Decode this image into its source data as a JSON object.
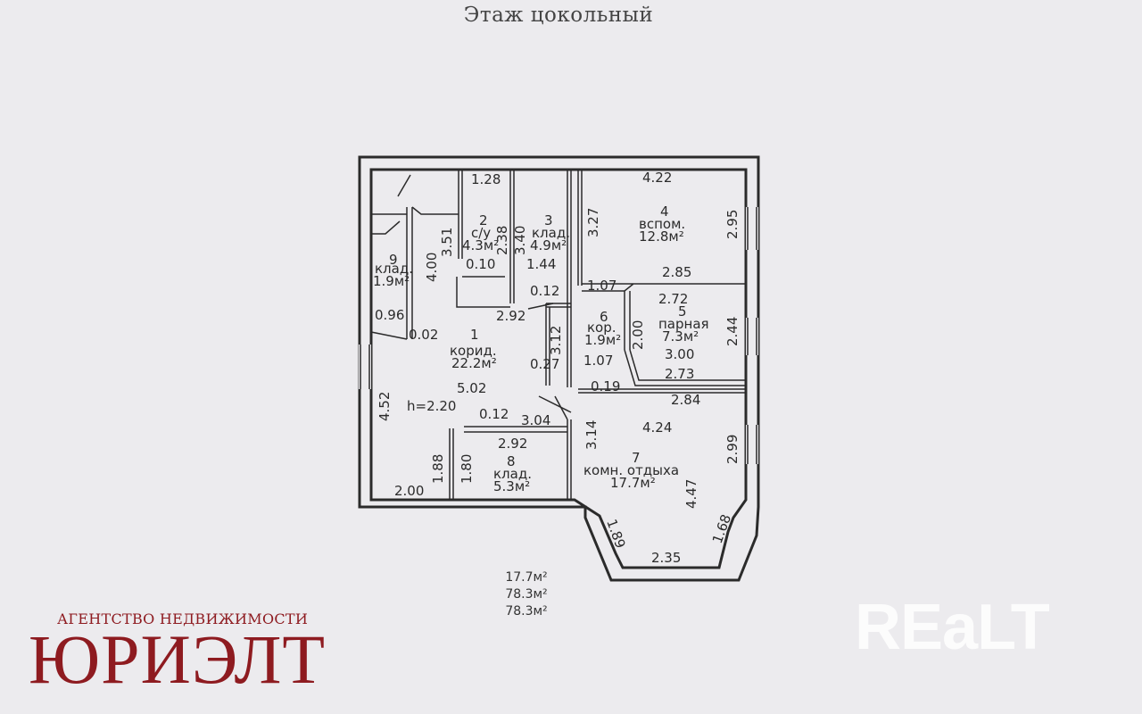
{
  "page": {
    "title": "Этаж цокольный"
  },
  "rooms": [
    {
      "id": "2",
      "name": "с/у",
      "area": "4.3м²"
    },
    {
      "id": "3",
      "name": "клад.",
      "area": "4.9м²"
    },
    {
      "id": "4",
      "name": "вспом.",
      "area": "12.8м²"
    },
    {
      "id": "5",
      "name": "парная",
      "area": "7.3м²"
    },
    {
      "id": "6",
      "name": "кор.",
      "area": "1.9м²"
    },
    {
      "id": "1",
      "name": "корид.",
      "area": "22.2м²"
    },
    {
      "id": "7",
      "name": "комн. отдыха",
      "area": "17.7м²"
    },
    {
      "id": "8",
      "name": "клад.",
      "area": "5.3м²"
    },
    {
      "id": "9",
      "name": "клад.",
      "area": "1.9м²"
    }
  ],
  "height_label": "h=2.20",
  "dimensions": [
    "1.28",
    "3.51",
    "2.38",
    "3.40",
    "0.10",
    "1.44",
    "4.00",
    "0.96",
    "0.02",
    "0.12",
    "2.92",
    "3.27",
    "4.22",
    "2.95",
    "2.85",
    "1.07",
    "2.72",
    "2.00",
    "2.44",
    "3.00",
    "3.12",
    "0.27",
    "1.07",
    "0.19",
    "2.73",
    "2.84",
    "4.52",
    "5.02",
    "0.12",
    "3.04",
    "2.92",
    "3.14",
    "4.24",
    "2.99",
    "4.47",
    "1.88",
    "1.80",
    "2.00",
    "1.89",
    "1.68",
    "2.35"
  ],
  "totals": [
    "17.7м²",
    "78.3м²",
    "78.3м²"
  ],
  "agency": {
    "subtitle": "АГЕНТСТВО НЕДВИЖИМОСТИ",
    "name": "ЮРИЭЛТ",
    "brand_color": "#8e1b20"
  },
  "watermark": "REaLT"
}
